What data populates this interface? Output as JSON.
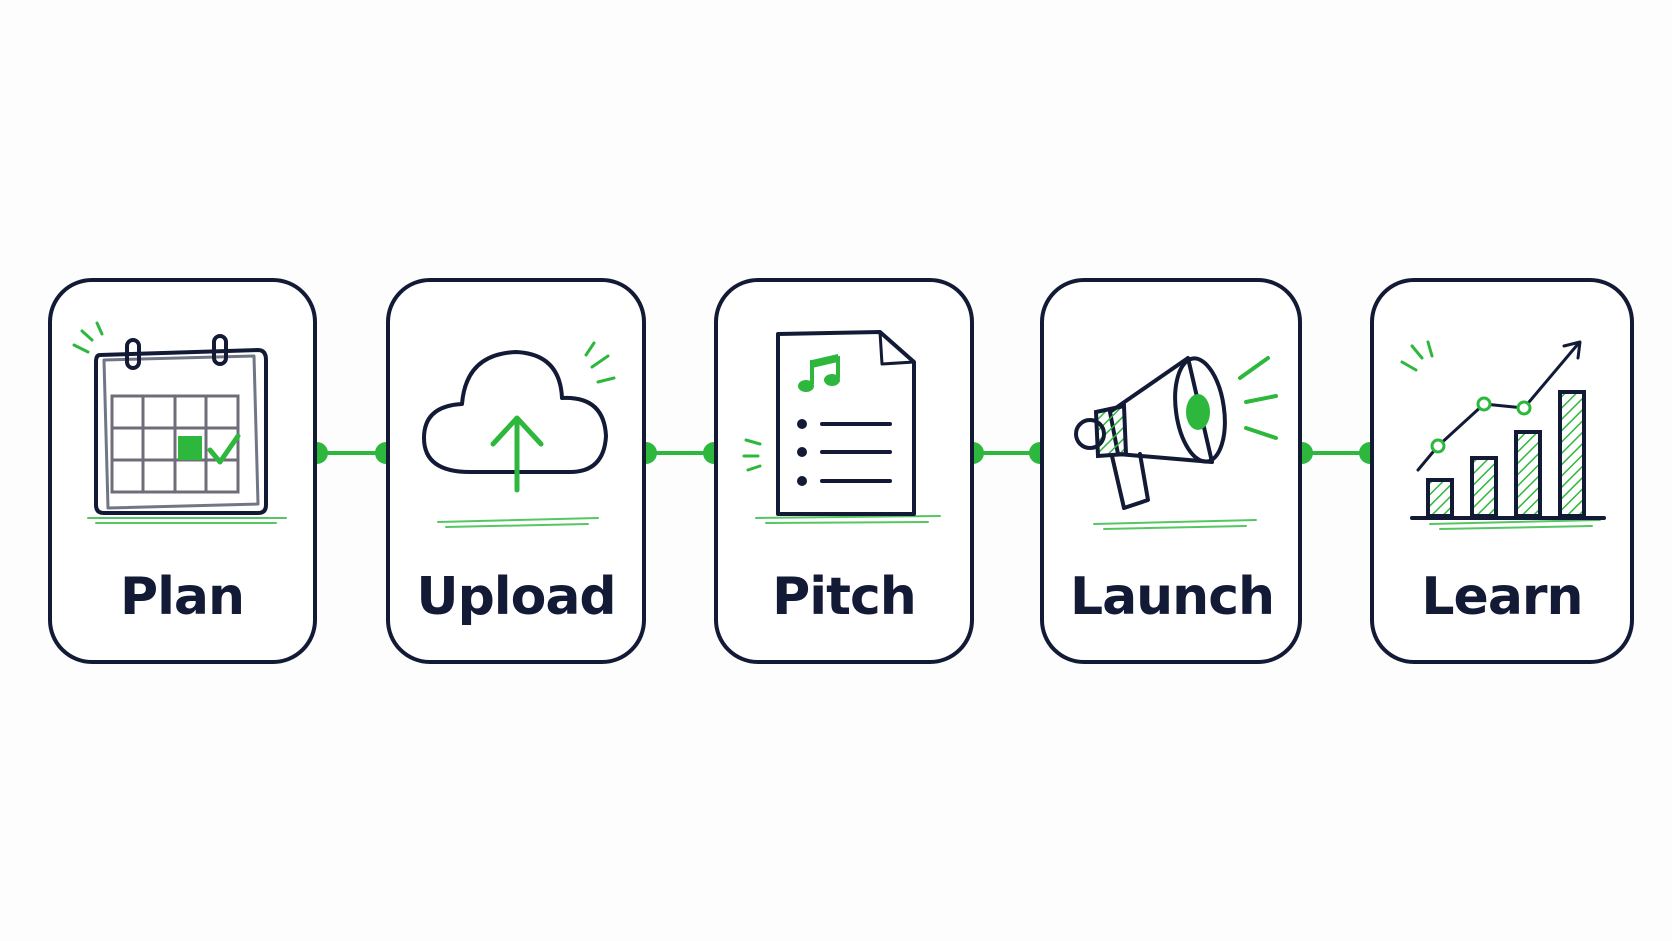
{
  "steps": [
    {
      "label": "Plan",
      "icon": "calendar-icon"
    },
    {
      "label": "Upload",
      "icon": "cloud-upload-icon"
    },
    {
      "label": "Pitch",
      "icon": "music-document-icon"
    },
    {
      "label": "Launch",
      "icon": "megaphone-icon"
    },
    {
      "label": "Learn",
      "icon": "growth-chart-icon"
    }
  ],
  "colors": {
    "ink": "#121a36",
    "accent": "#2db83d",
    "background": "#ffffff"
  }
}
